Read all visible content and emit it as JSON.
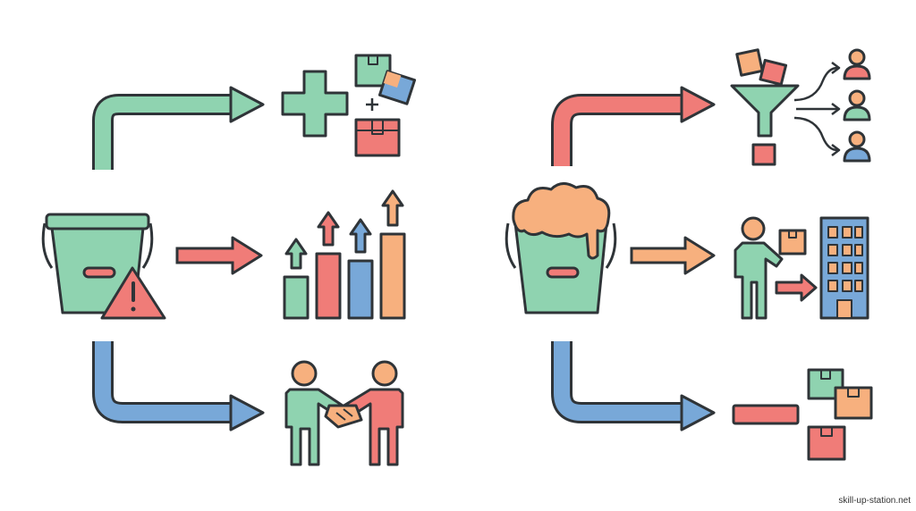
{
  "colors": {
    "stroke": "#2f3438",
    "green": "#8fd3b0",
    "red": "#f07c78",
    "blue": "#78a8d8",
    "orange": "#f7b07e",
    "background": "#ffffff"
  },
  "left_scenario": {
    "source_icon": "bucket-warning-icon",
    "branches": [
      {
        "arrow_color": "green",
        "target_icon": "add-product-icon"
      },
      {
        "arrow_color": "red",
        "target_icon": "growth-bar-chart-icon"
      },
      {
        "arrow_color": "blue",
        "target_icon": "handshake-icon"
      }
    ]
  },
  "right_scenario": {
    "source_icon": "overflowing-bucket-icon",
    "branches": [
      {
        "arrow_color": "red",
        "target_icon": "funnel-distribution-icon"
      },
      {
        "arrow_color": "orange",
        "target_icon": "delivery-to-building-icon"
      },
      {
        "arrow_color": "blue",
        "target_icon": "remove-boxes-icon"
      }
    ]
  },
  "watermark": "skill-up-station.net"
}
